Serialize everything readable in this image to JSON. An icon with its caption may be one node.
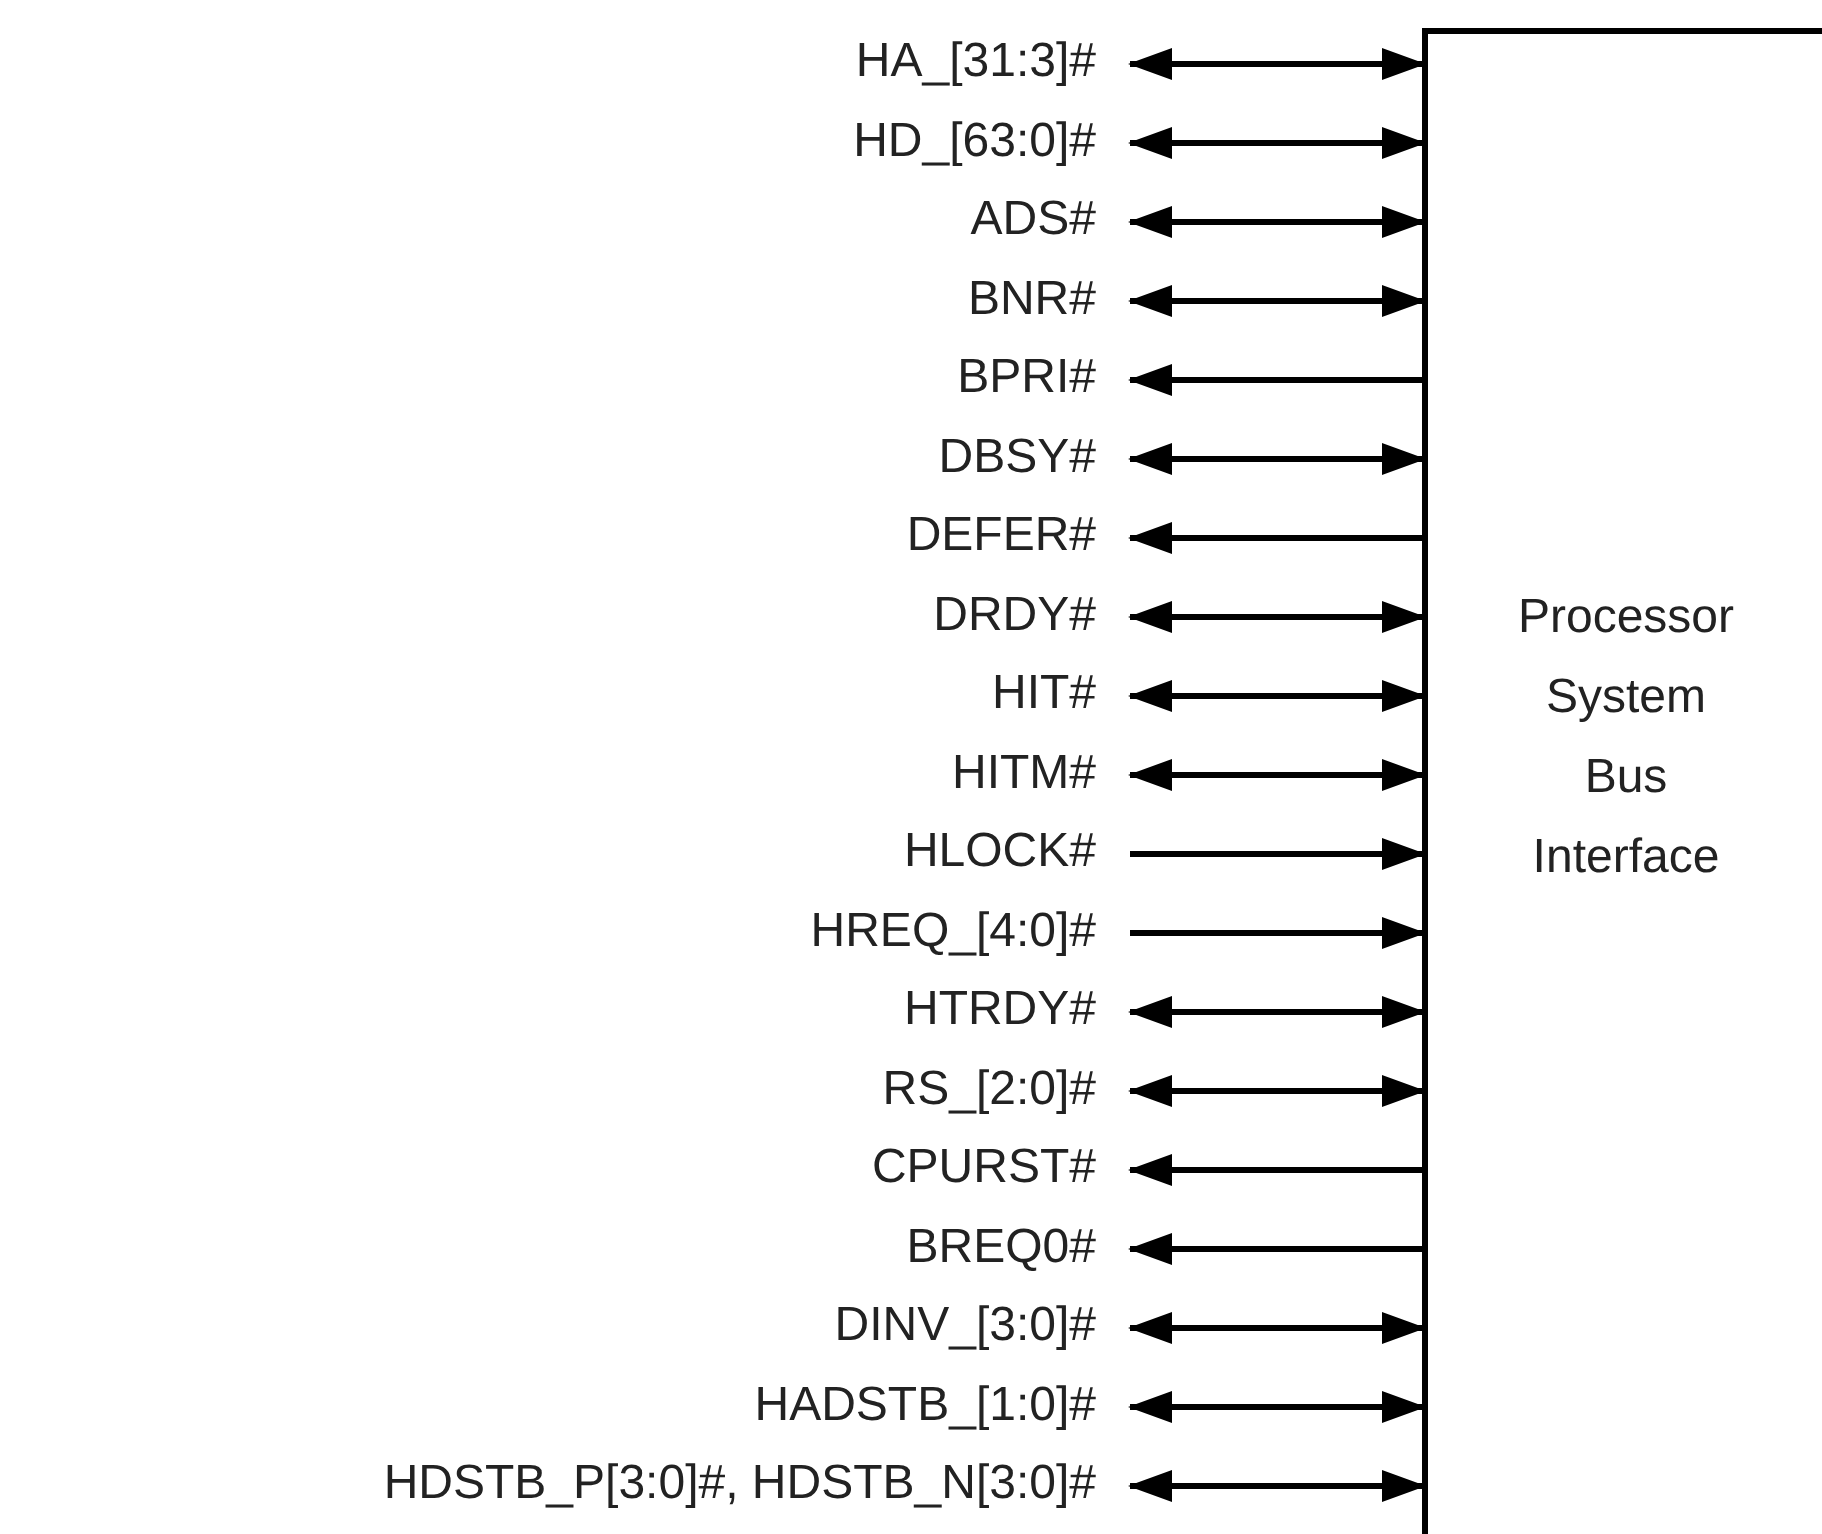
{
  "diagram": {
    "nodes": [
      {
        "text": [
          "HA_[31:3]#"
        ]
      },
      {
        "text": [
          "HD_[63:0]#"
        ]
      },
      {
        "text": [
          "ADS#"
        ]
      },
      {
        "text": [
          "BNR#"
        ]
      },
      {
        "text": [
          "BPRI#"
        ]
      },
      {
        "text": [
          "DBSY#"
        ]
      },
      {
        "text": [
          "DEFER#"
        ]
      },
      {
        "text": [
          "DRDY#"
        ]
      },
      {
        "text": [
          "HIT#"
        ]
      },
      {
        "text": [
          "HITM#"
        ]
      },
      {
        "text": [
          "HLOCK#"
        ]
      },
      {
        "text": [
          "HREQ_[4:0]#"
        ]
      },
      {
        "text": [
          "HTRDY#"
        ]
      },
      {
        "text": [
          "RS_[2:0]#"
        ]
      },
      {
        "text": [
          "CPURST#"
        ]
      },
      {
        "text": [
          "BREQ0#"
        ]
      },
      {
        "text": [
          "DINV_[3:0]#"
        ]
      },
      {
        "text": [
          "HADSTB_[1:0]#"
        ]
      },
      {
        "text": [
          "HDSTB_P[3:0]#, HDSTB_N[3:0]#"
        ]
      },
      {
        "text": [
          "Processor System Bus Interface"
        ]
      }
    ],
    "edges": [
      {
        "from": 0,
        "to": 19,
        "arrow": "both"
      },
      {
        "from": 1,
        "to": 19,
        "arrow": "both"
      },
      {
        "from": 2,
        "to": 19,
        "arrow": "both"
      },
      {
        "from": 3,
        "to": 19,
        "arrow": "both"
      },
      {
        "from": 19,
        "to": 4,
        "arrow": "to"
      },
      {
        "from": 5,
        "to": 19,
        "arrow": "both"
      },
      {
        "from": 19,
        "to": 6,
        "arrow": "to"
      },
      {
        "from": 7,
        "to": 19,
        "arrow": "both"
      },
      {
        "from": 8,
        "to": 19,
        "arrow": "both"
      },
      {
        "from": 9,
        "to": 19,
        "arrow": "both"
      },
      {
        "from": 10,
        "to": 19,
        "arrow": "to"
      },
      {
        "from": 11,
        "to": 19,
        "arrow": "to"
      },
      {
        "from": 12,
        "to": 19,
        "arrow": "both"
      },
      {
        "from": 13,
        "to": 19,
        "arrow": "both"
      },
      {
        "from": 19,
        "to": 14,
        "arrow": "to"
      },
      {
        "from": 19,
        "to": 15,
        "arrow": "to"
      },
      {
        "from": 16,
        "to": 19,
        "arrow": "both"
      },
      {
        "from": 17,
        "to": 19,
        "arrow": "both"
      },
      {
        "from": 18,
        "to": 19,
        "arrow": "both"
      }
    ]
  }
}
